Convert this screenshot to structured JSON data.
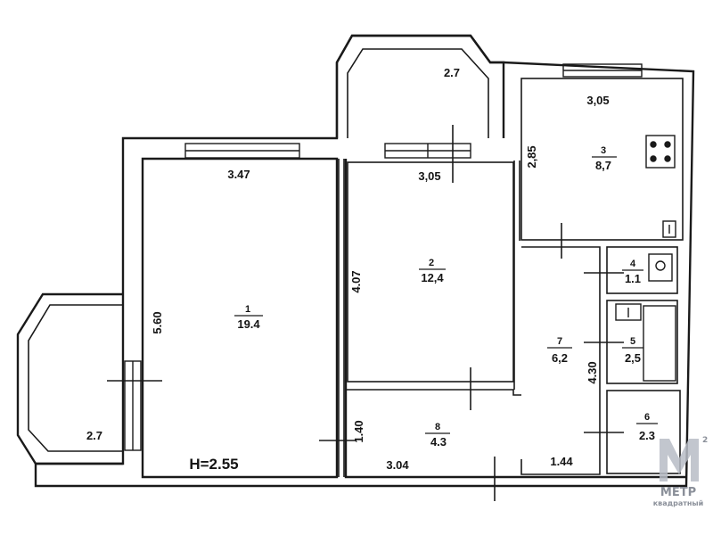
{
  "height_label": "H=2.55",
  "rooms": [
    {
      "id": "1",
      "area": "19.4"
    },
    {
      "id": "2",
      "area": "12,4"
    },
    {
      "id": "3",
      "area": "8,7"
    },
    {
      "id": "4",
      "area": "1.1"
    },
    {
      "id": "5",
      "area": "2,5"
    },
    {
      "id": "6",
      "area": "2.3"
    },
    {
      "id": "7",
      "area": "6,2"
    },
    {
      "id": "8",
      "area": "4.3"
    }
  ],
  "balconies": {
    "upper": "2.7",
    "left": "2.7"
  },
  "dimensions": {
    "room1_width": "3.47",
    "room1_length": "5.60",
    "room2_width": "3,05",
    "room2_length": "4.07",
    "room3_width": "3,05",
    "room3_length": "2,85",
    "room7_length": "4.30",
    "room8_width": "3.04",
    "room8_length": "1.40",
    "hall_width": "1.44"
  },
  "watermark": {
    "brand": "МЕТР",
    "tagline": "квадратный",
    "sup": "2"
  }
}
